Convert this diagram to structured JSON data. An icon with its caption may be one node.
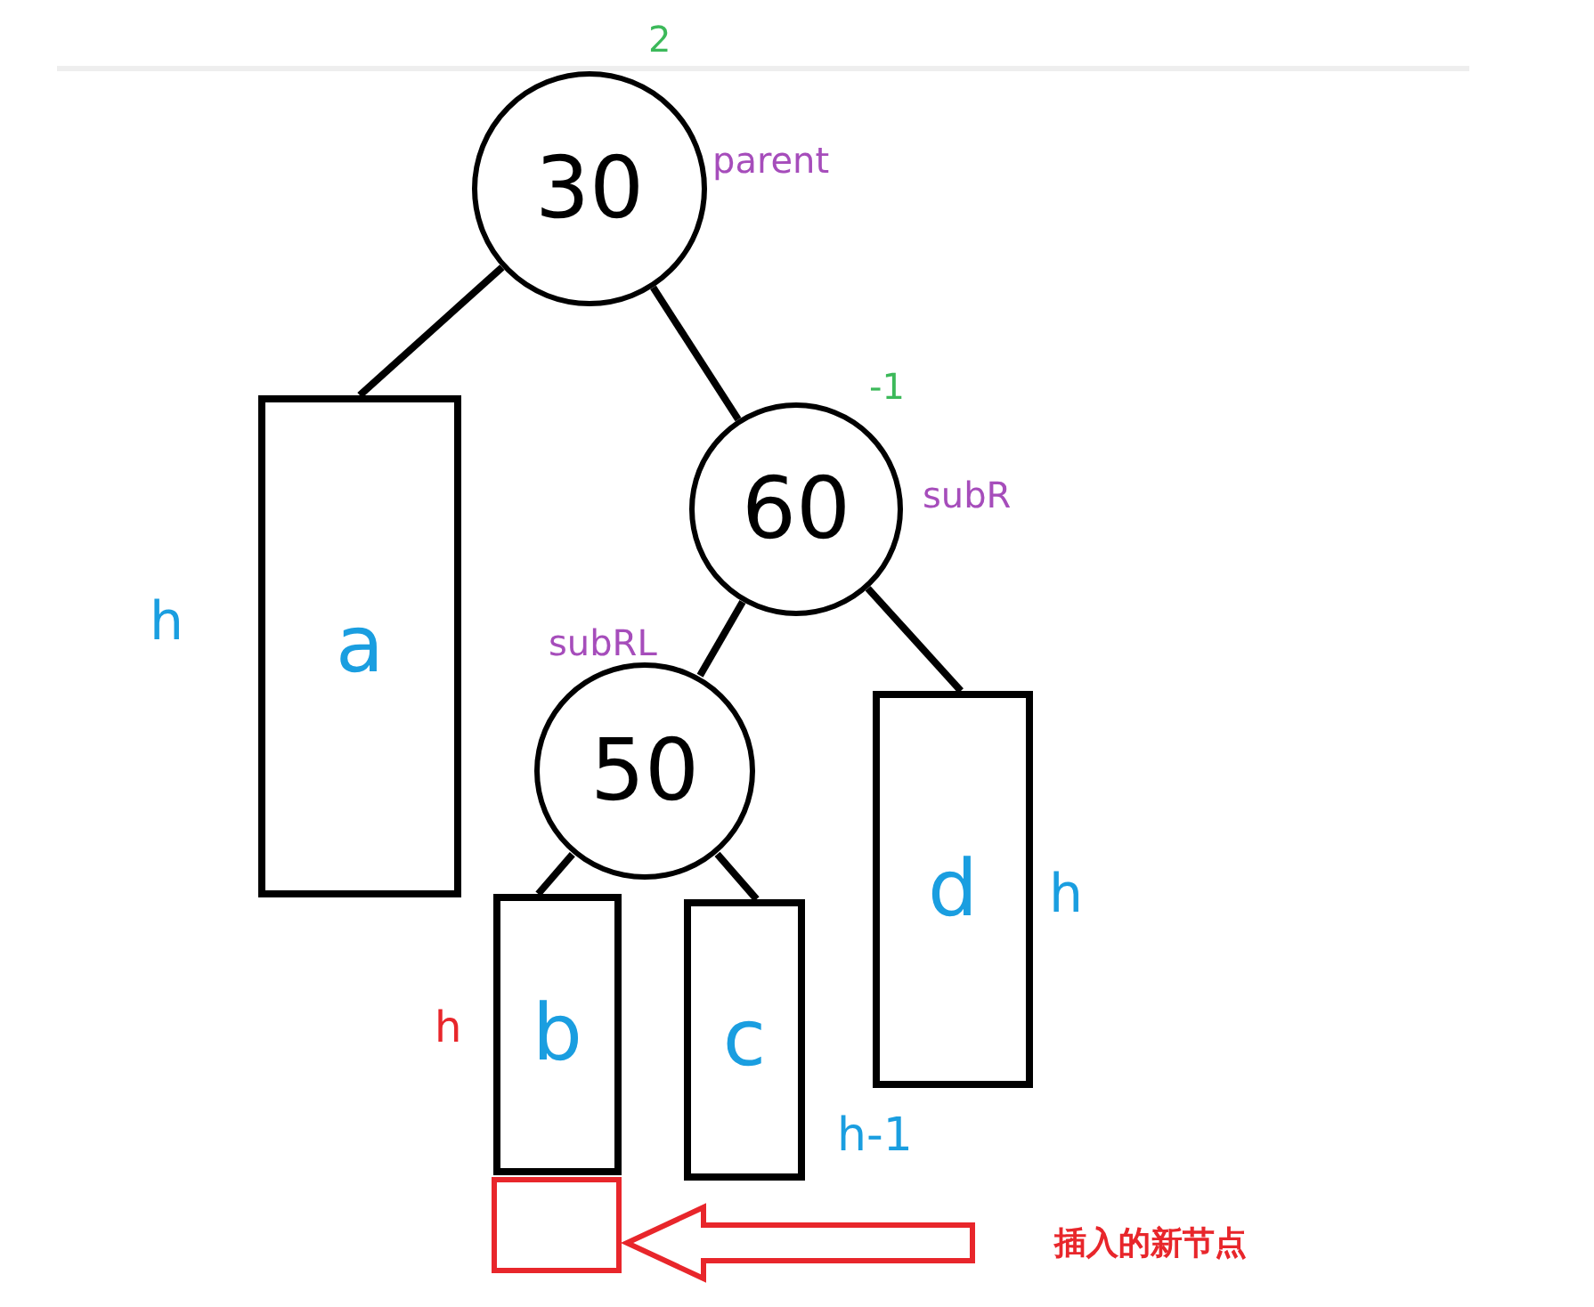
{
  "diagram": {
    "nodes": [
      {
        "text": [
          "30"
        ],
        "beside": [
          "2",
          "parent"
        ]
      },
      {
        "text": [
          "a"
        ],
        "beside": [
          "h"
        ]
      },
      {
        "text": [
          "60"
        ],
        "beside": [
          "-1",
          "subR"
        ]
      },
      {
        "text": [
          "50"
        ],
        "beside": [
          "subRL"
        ]
      },
      {
        "text": [
          "b"
        ],
        "beside": [
          "h"
        ]
      },
      {
        "text": [
          "c"
        ],
        "beside": [
          "h-1"
        ]
      },
      {
        "text": [
          "d"
        ],
        "beside": [
          "h"
        ]
      },
      {
        "text": [],
        "shape": "box"
      },
      {
        "text": [
          "插入的新节点"
        ]
      }
    ],
    "edges": [
      {
        "from": 0,
        "to": 1,
        "arrow": "none"
      },
      {
        "from": 0,
        "to": 2,
        "arrow": "none"
      },
      {
        "from": 2,
        "to": 3,
        "arrow": "none"
      },
      {
        "from": 2,
        "to": 6,
        "arrow": "none"
      },
      {
        "from": 3,
        "to": 4,
        "arrow": "none"
      },
      {
        "from": 3,
        "to": 5,
        "arrow": "none"
      },
      {
        "from": 8,
        "to": 7,
        "arrow": "to",
        "color": "#e8262b"
      }
    ]
  }
}
